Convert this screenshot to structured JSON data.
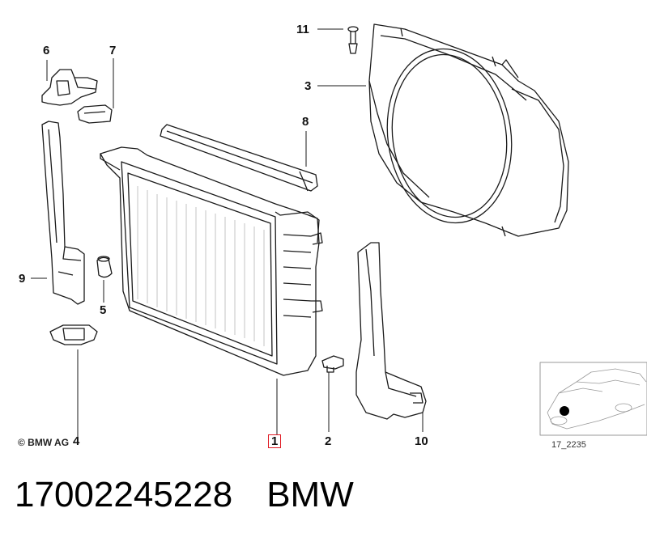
{
  "callouts": {
    "p1": "1",
    "p2": "2",
    "p3": "3",
    "p4": "4",
    "p5": "5",
    "p6": "6",
    "p7": "7",
    "p8": "8",
    "p9": "9",
    "p10": "10",
    "p11": "11"
  },
  "copyright": "© BMW AG",
  "inset_code": "17_2235",
  "caption": {
    "part_number": "17002245228",
    "brand": "BMW"
  },
  "colors": {
    "highlight_box": "#e01b24",
    "line": "#1a1a1a"
  }
}
